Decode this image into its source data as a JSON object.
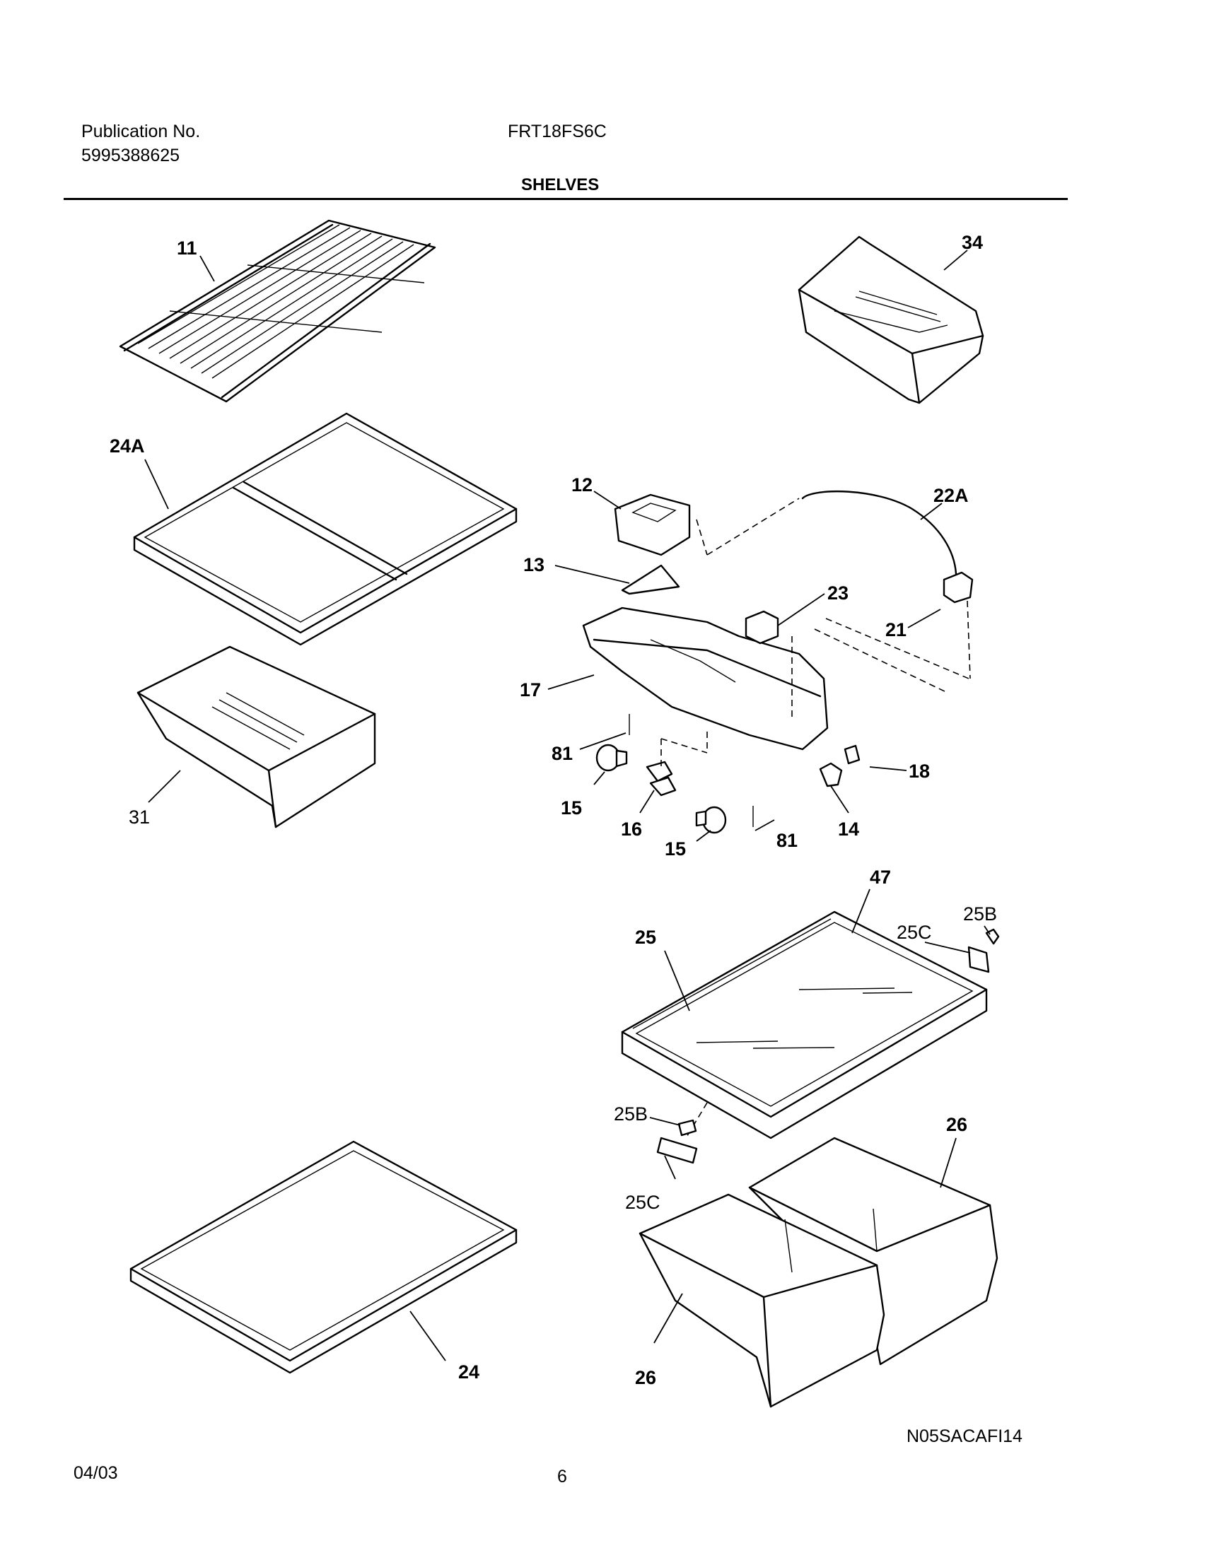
{
  "header": {
    "publication_label": "Publication No.",
    "publication_number": "5995388625",
    "model": "FRT18FS6C",
    "section_title": "SHELVES"
  },
  "footer": {
    "date": "04/03",
    "page_number": "6",
    "drawing_code": "N05SACAFI14"
  },
  "callouts": {
    "c11": "11",
    "c34": "34",
    "c24A": "24A",
    "c12": "12",
    "c22A": "22A",
    "c13": "13",
    "c23": "23",
    "c21": "21",
    "c17": "17",
    "c81a": "81",
    "c81b": "81",
    "c18": "18",
    "c15a": "15",
    "c15b": "15",
    "c16": "16",
    "c14": "14",
    "c31": "31",
    "c47": "47",
    "c25": "25",
    "c25C_top": "25C",
    "c25B_top": "25B",
    "c25B_bot": "25B",
    "c25C_bot": "25C",
    "c26_right": "26",
    "c26_left": "26",
    "c24": "24"
  }
}
